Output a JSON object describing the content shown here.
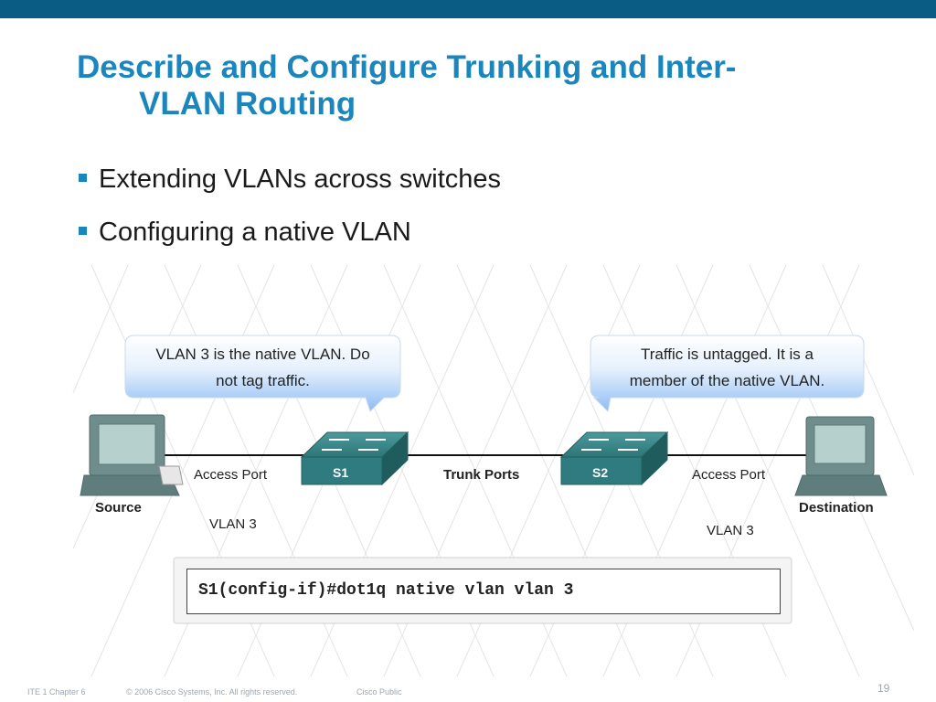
{
  "slide": {
    "title_line1": "Describe and Configure Trunking and Inter-",
    "title_line2": "VLAN Routing",
    "bullets": [
      "Extending VLANs across switches",
      "Configuring a native VLAN"
    ]
  },
  "diagram": {
    "callout_left": {
      "line1": "VLAN 3 is the native VLAN. Do",
      "line2": "not tag traffic."
    },
    "callout_right": {
      "line1": "Traffic is untagged. It is a",
      "line2": "member of the native VLAN."
    },
    "source_label": "Source",
    "destination_label": "Destination",
    "access_port_left": "Access Port",
    "access_port_right": "Access Port",
    "trunk_ports": "Trunk Ports",
    "switch1": "S1",
    "switch2": "S2",
    "vlan_left": "VLAN 3",
    "vlan_right": "VLAN 3",
    "cli_command": "S1(config-if)#dot1q native vlan vlan 3"
  },
  "footer": {
    "chapter": "ITE 1 Chapter 6",
    "copyright": "© 2006 Cisco Systems, Inc. All rights reserved.",
    "classification": "Cisco Public",
    "page_number": "19"
  },
  "colors": {
    "top_bar": "#0b5c85",
    "title": "#1a86bd",
    "switch": "#2f7b7f",
    "callout": "#9dc6f5"
  }
}
